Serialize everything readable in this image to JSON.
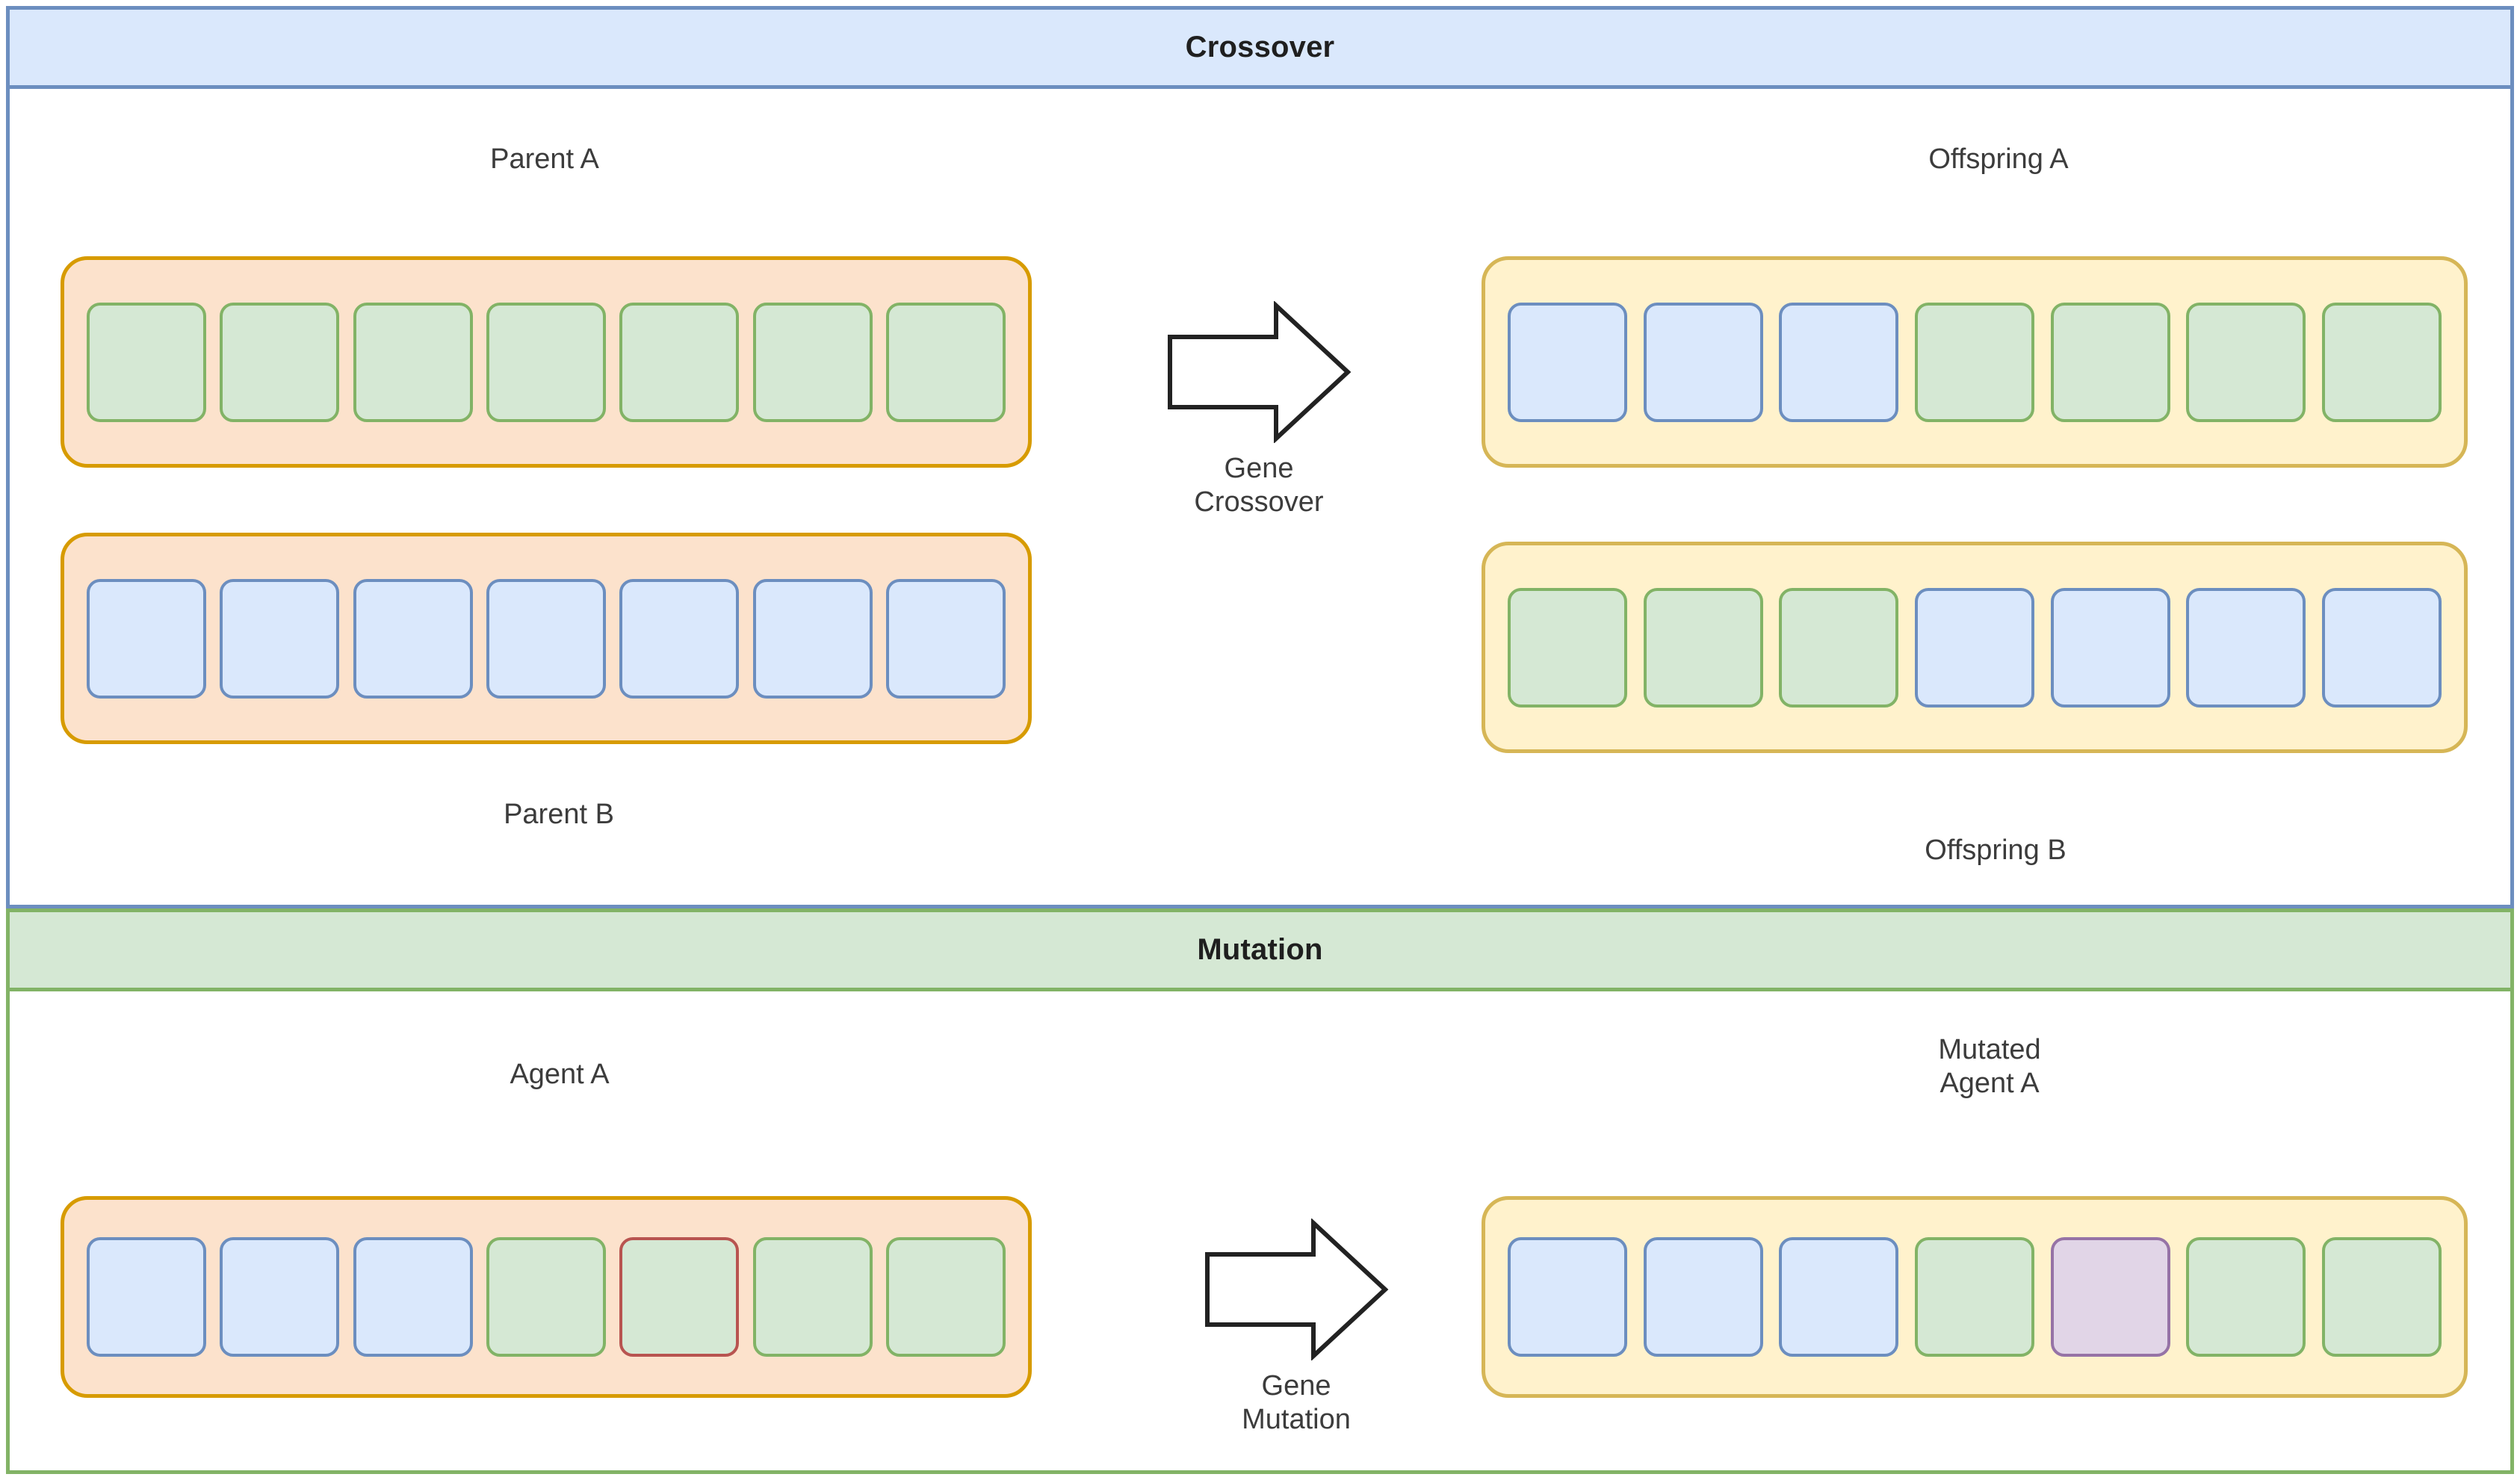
{
  "panels": {
    "crossover": {
      "title": "Crossover",
      "header_bg": "#dae8fc",
      "border": "#6c8ebf",
      "rows": [
        {
          "label": "Parent A",
          "label_position": "above",
          "container_style": "parent",
          "genes": [
            "green",
            "green",
            "green",
            "green",
            "green",
            "green",
            "green"
          ]
        },
        {
          "label": "Parent B",
          "label_position": "below",
          "container_style": "parent",
          "genes": [
            "blue",
            "blue",
            "blue",
            "blue",
            "blue",
            "blue",
            "blue"
          ]
        },
        {
          "label": "Offspring A",
          "label_position": "above",
          "container_style": "offspring",
          "genes": [
            "blue",
            "blue",
            "blue",
            "green",
            "green",
            "green",
            "green"
          ]
        },
        {
          "label": "Offspring B",
          "label_position": "below",
          "container_style": "offspring",
          "genes": [
            "green",
            "green",
            "green",
            "blue",
            "blue",
            "blue",
            "blue"
          ]
        }
      ],
      "arrow": {
        "icon": "right-block-arrow-icon",
        "label": "Gene\nCrossover"
      }
    },
    "mutation": {
      "title": "Mutation",
      "header_bg": "#d5e8d4",
      "border": "#82b366",
      "rows": [
        {
          "label": "Agent A",
          "label_position": "above",
          "container_style": "parent",
          "genes": [
            "blue",
            "blue",
            "blue",
            "green",
            "green-hl",
            "green",
            "green"
          ]
        },
        {
          "label": "Mutated\nAgent A",
          "label_position": "above",
          "container_style": "offspring",
          "genes": [
            "blue",
            "blue",
            "blue",
            "green",
            "purple",
            "green",
            "green"
          ]
        }
      ],
      "arrow": {
        "icon": "right-block-arrow-icon",
        "label": "Gene\nMutation"
      }
    }
  },
  "colors": {
    "gene_green_fill": "#d5e8d4",
    "gene_green_stroke": "#82b366",
    "gene_blue_fill": "#dae8fc",
    "gene_blue_stroke": "#6c8ebf",
    "gene_purple_fill": "#e1d5e7",
    "gene_purple_stroke": "#9673a6",
    "gene_highlight_stroke": "#b85450",
    "parent_container_fill": "#fce2cc",
    "parent_container_stroke": "#d79b00",
    "offspring_container_fill": "#fff2cc",
    "offspring_container_stroke": "#d6b656"
  }
}
